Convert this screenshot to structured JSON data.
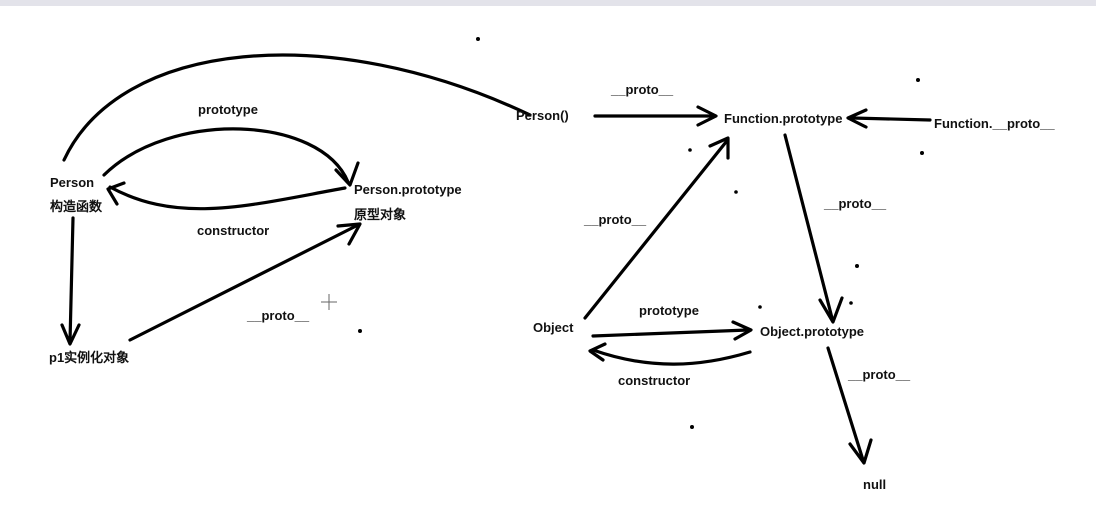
{
  "left": {
    "person": "Person",
    "person_sub": "构造函数",
    "person_prototype": "Person.prototype",
    "person_prototype_sub": "原型对象",
    "instance": "p1实例化对象",
    "prototype_edge": "prototype",
    "constructor_edge": "constructor",
    "proto_edge": "__proto__"
  },
  "right": {
    "person_fn": "Person()",
    "function_prototype": "Function.prototype",
    "function_proto": "Function.__proto__",
    "object": "Object",
    "object_prototype": "Object.prototype",
    "null_label": "null",
    "proto_top": "__proto__",
    "proto_object": "__proto__",
    "proto_fn_to_obj": "__proto__",
    "proto_obj_to_null": "__proto__",
    "prototype_edge": "prototype",
    "constructor_edge": "constructor"
  },
  "stroke_color": "#000000",
  "background": "#ffffff"
}
